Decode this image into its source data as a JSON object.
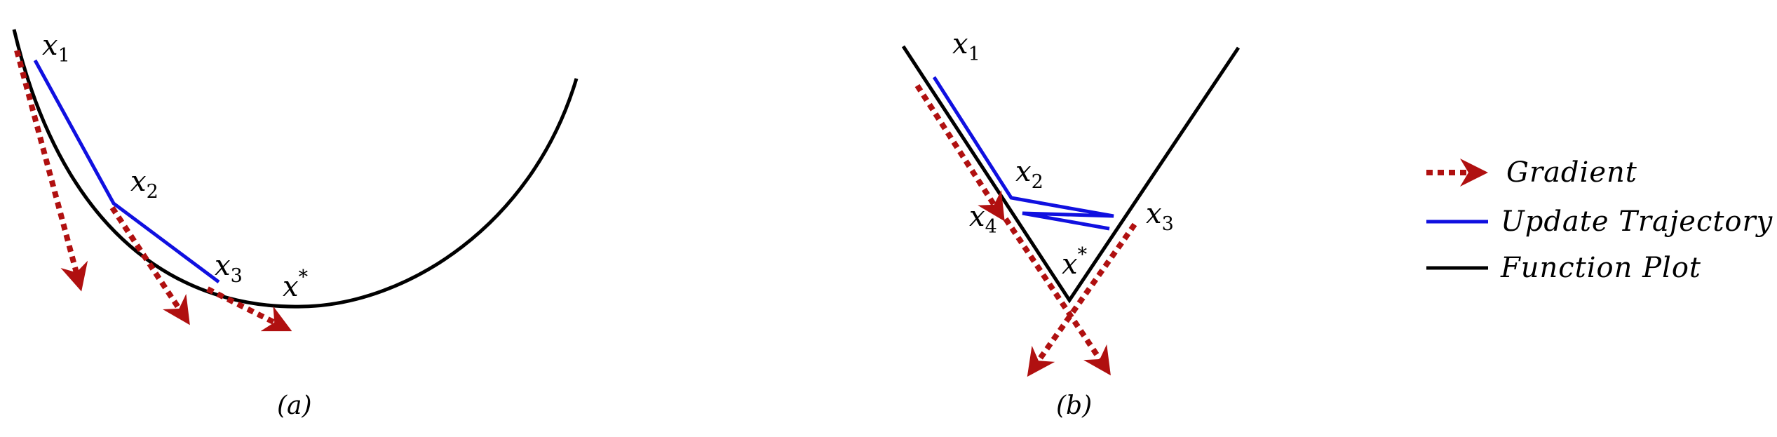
{
  "colors": {
    "gradient": "#b01010",
    "trajectory": "#1010e0",
    "function": "#000000"
  },
  "panel_a": {
    "caption": "(a)",
    "points": [
      {
        "base": "x",
        "sub": "1"
      },
      {
        "base": "x",
        "sub": "2"
      },
      {
        "base": "x",
        "sub": "3"
      }
    ],
    "optimum": {
      "base": "x",
      "sup": "*"
    }
  },
  "panel_b": {
    "caption": "(b)",
    "points": [
      {
        "base": "x",
        "sub": "1"
      },
      {
        "base": "x",
        "sub": "2"
      },
      {
        "base": "x",
        "sub": "3"
      },
      {
        "base": "x",
        "sub": "4"
      }
    ],
    "optimum": {
      "base": "x",
      "sup": "*"
    }
  },
  "legend": {
    "items": [
      {
        "label": "Gradient",
        "style": "dotted-arrow",
        "color": "#b01010"
      },
      {
        "label": "Update Trajectory",
        "style": "solid",
        "color": "#1010e0"
      },
      {
        "label": "Function Plot",
        "style": "solid",
        "color": "#000000"
      }
    ]
  }
}
